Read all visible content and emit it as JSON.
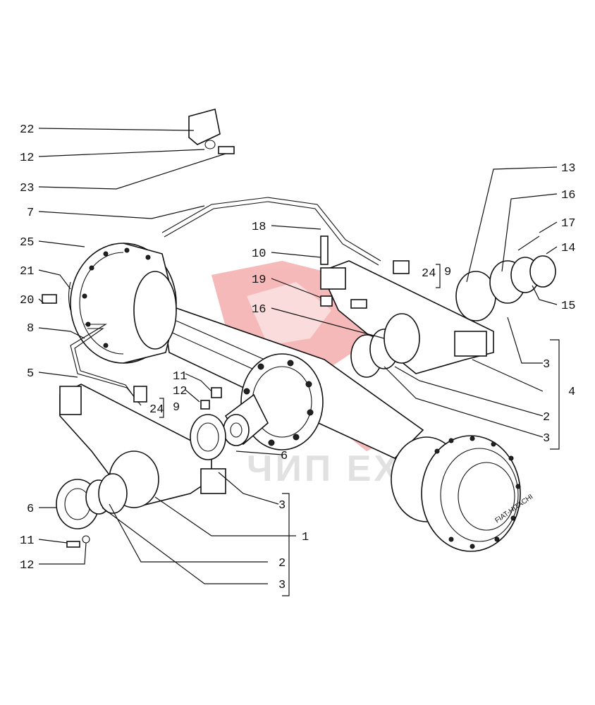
{
  "watermark": {
    "text": "ЧИП ЕХ",
    "logo_color": "#e8393a"
  },
  "labels": {
    "l22": "22",
    "l12a": "12",
    "l23": "23",
    "l7": "7",
    "l25": "25",
    "l21": "21",
    "l20": "20",
    "l8": "8",
    "l5": "5",
    "l11a": "11",
    "l12b": "12",
    "l24a": "24",
    "l9a": "9",
    "l6a": "6",
    "l6b": "6",
    "l11b": "11",
    "l12c": "12",
    "l18": "18",
    "l10": "10",
    "l19": "19",
    "l16a": "16",
    "l24b": "24",
    "l9b": "9",
    "l13": "13",
    "l16b": "16",
    "l17": "17",
    "l14": "14",
    "l15": "15",
    "l3a": "3",
    "l4": "4",
    "l2a": "2",
    "l3b": "3",
    "l3c": "3",
    "l1": "1",
    "l2b": "2",
    "l3d": "3"
  },
  "hub_plate_text": "FIAT-HITACHI"
}
